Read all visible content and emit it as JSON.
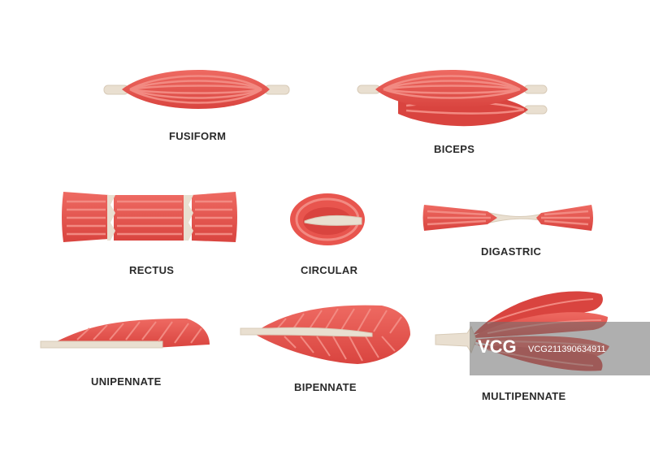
{
  "labels": {
    "fusiform": "FUSIFORM",
    "biceps": "BICEPS",
    "rectus": "RECTUS",
    "circular": "CIRCULAR",
    "digastric": "DIGASTRIC",
    "unipennate": "UNIPENNATE",
    "bipennate": "BIPENNATE",
    "multipennate": "MULTIPENNATE"
  },
  "watermark": {
    "logo": "VCG",
    "id": "VCG211390634911"
  },
  "colors": {
    "muscle": "#e8554e",
    "muscle_light": "#f07b72",
    "muscle_dark": "#c93c38",
    "tendon": "#e9dfd0",
    "tendon_edge": "#d8cbb8"
  }
}
